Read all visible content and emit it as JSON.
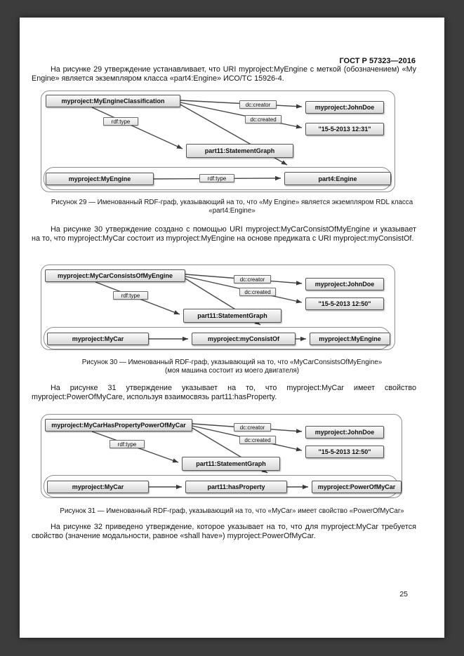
{
  "doc": {
    "header": "ГОСТ Р 57323—2016",
    "page_number": "25"
  },
  "paragraphs": {
    "fig29_intro": "На рисунке 29 утверждение устанавливает, что URI myproject:MyEngine с меткой (обозначением) «My Engine» является экземпляром класса «part4:Engine» ИСО/ТС 15926-4.",
    "fig30_intro": "На рисунке 30 утверждение создано с помощью URI myproject:MyCarConsistOfMyEngine и указывает на то, что myproject:MyCar состоит из myproject:MyEngine на основе предиката с URI myproject:myConsistOf.",
    "fig31_intro": "На рисунке 31 утверждение указывает на то, что myproject:MyCar имеет свойство myproject:PowerOfMyCare, используя взаимосвязь part11:hasProperty.",
    "fig32_intro": "На рисунке 32 приведено утверждение, которое указывает на то, что для myproject:MyCar требуется свойство (значение модальности, равное «shall have») myproject:PowerOfMyCar."
  },
  "fig29": {
    "caption_line1": "Рисунок 29 — Именованный RDF-граф, указывающий на то, что «My Engine» является экземпляром RDL класса",
    "caption_line2": "«part4:Engine»",
    "nodes": {
      "statement": "myproject:MyEngineClassification",
      "creator_pred": "dc:creator",
      "creator_obj": "myproject:JohnDoe",
      "created_pred": "dc:created",
      "created_obj": "\"15-5-2013 12:31\"",
      "type_pred": "rdf:type",
      "graph_class": "part11:StatementGraph",
      "subject": "myproject:MyEngine",
      "predicate": "rdf:type",
      "object": "part4:Engine"
    }
  },
  "fig30": {
    "caption_line1": "Рисунок 30 — Именованный RDF-граф, указывающий на то, что «MyCarConsistsOfMyEngine»",
    "caption_line2": "(моя машина состоит из моего двигателя)",
    "nodes": {
      "statement": "myproject:MyCarConsistsOfMyEngine",
      "creator_pred": "dc:creator",
      "creator_obj": "myproject:JohnDoe",
      "created_pred": "dc:created",
      "created_obj": "\"15-5-2013 12:50\"",
      "type_pred": "rdf:type",
      "graph_class": "part11:StatementGraph",
      "subject": "myproject:MyCar",
      "predicate": "myproject:myConsistOf",
      "object": "myproject:MyEngine"
    }
  },
  "fig31": {
    "caption_line1": "Рисунок 31 — Именованный RDF-граф, указывающий на то, что «MyCar» имеет свойство «PowerOfMyCar»",
    "nodes": {
      "statement": "myproject:MyCarHasPropertyPowerOfMyCar",
      "creator_pred": "dc:creator",
      "creator_obj": "myproject:JohnDoe",
      "created_pred": "dc:created",
      "created_obj": "\"15-5-2013 12:50\"",
      "type_pred": "rdf:type",
      "graph_class": "part11:StatementGraph",
      "subject": "myproject:MyCar",
      "predicate": "part11:hasProperty",
      "object": "myproject:PowerOfMyCar"
    }
  }
}
